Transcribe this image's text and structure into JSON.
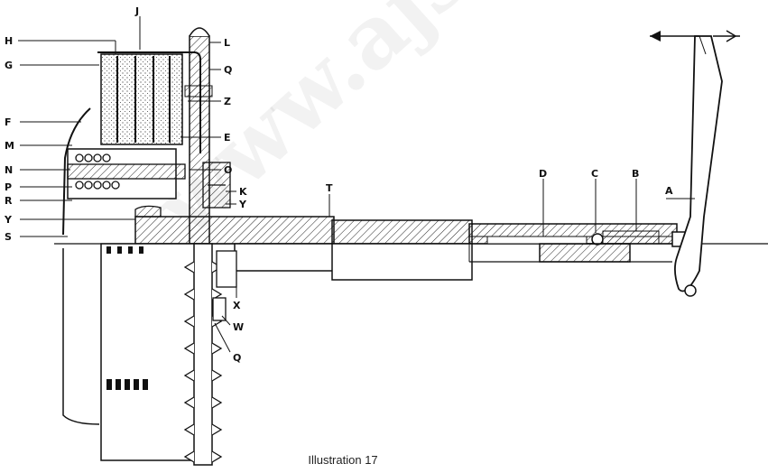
{
  "caption": "Illustration 17",
  "watermark": "www.ajs-matchless",
  "labels": {
    "H": "H",
    "J": "J",
    "L": "L",
    "G": "G",
    "Q_top": "Q",
    "Z": "Z",
    "F": "F",
    "E": "E",
    "M": "M",
    "N": "N",
    "O": "O",
    "P": "P",
    "K": "K",
    "R": "R",
    "Y_right": "Y",
    "Y_left": "Y",
    "T": "T",
    "D": "D",
    "C": "C",
    "B": "B",
    "A": "A",
    "S": "S",
    "X": "X",
    "W": "W",
    "Q_bottom": "Q"
  }
}
